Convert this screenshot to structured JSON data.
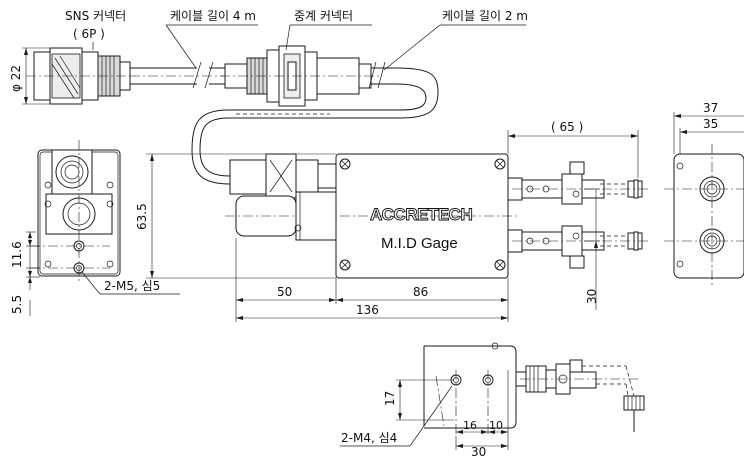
{
  "labels": {
    "sns_connector": "SNS 커넥터",
    "pins": "( 6P )",
    "cable_4m": "케이블 길이 4 m",
    "relay_connector": "중계 커넥터",
    "cable_2m": "케이블 길이 2 m",
    "dia22": "φ 22",
    "brand": "ACCRETECH",
    "model": "M.I.D Gage",
    "screw_m5": "2-M5, 심5",
    "screw_m4": "2-M4, 심4"
  },
  "dims": {
    "d65": "( 65 )",
    "d37": "37",
    "d35": "35",
    "d63_5": "63.5",
    "d11_6": "11.6",
    "d5_5": "5.5",
    "d50": "50",
    "d86": "86",
    "d136": "136",
    "d30_side": "30",
    "d17": "17",
    "d16": "16",
    "d10": "10",
    "d30_bottom": "30"
  }
}
